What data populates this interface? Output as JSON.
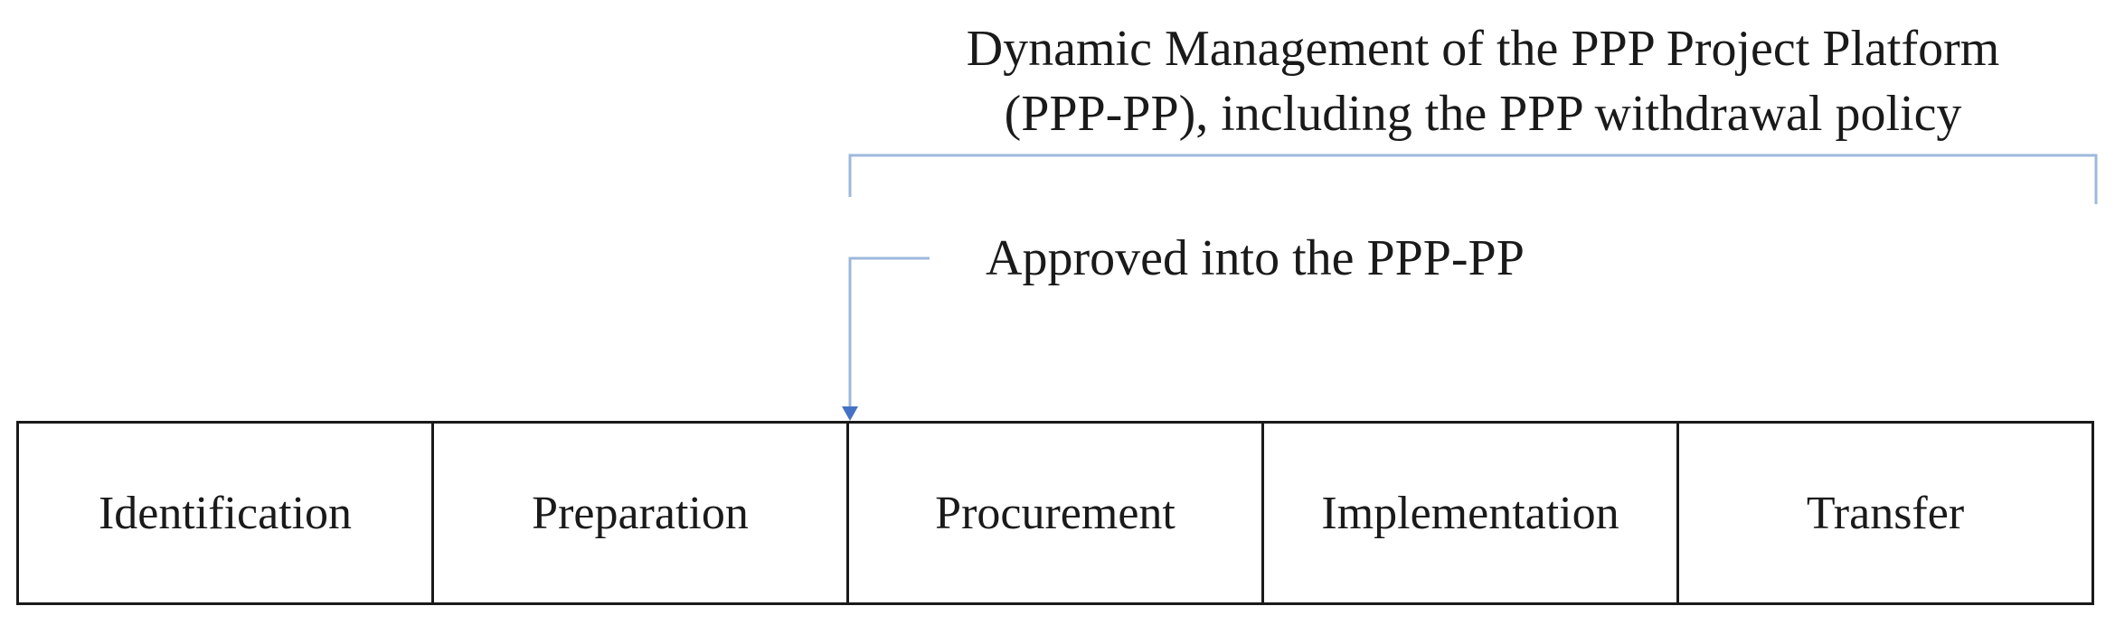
{
  "platform": {
    "label_lines": [
      "Dynamic Management of the PPP Project Platform",
      "(PPP-PP), including the PPP withdrawal policy"
    ]
  },
  "approval": {
    "label": "Approved into the PPP-PP"
  },
  "stages": [
    "Identification",
    "Preparation",
    "Procurement",
    "Implementation",
    "Transfer"
  ],
  "colors": {
    "bracket": "#9db8dd",
    "arrow": "#4472c4",
    "box_border": "#1a1a1a",
    "text": "#1a1a1a"
  }
}
